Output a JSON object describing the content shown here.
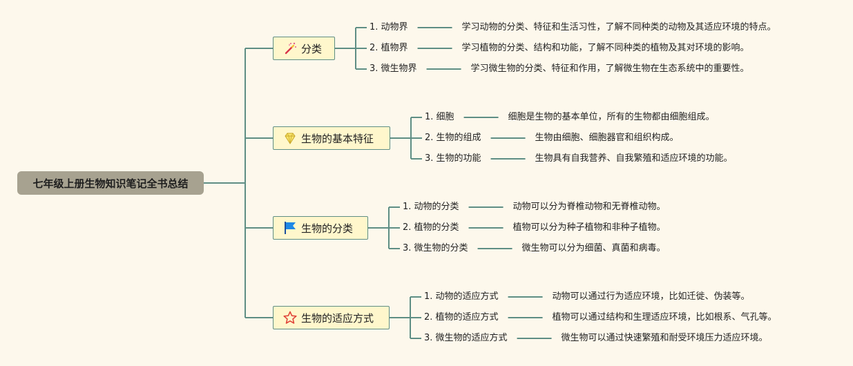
{
  "title": "七年级上册生物知识笔记全书总结",
  "colors": {
    "line": "#5e8e84",
    "root_bg": "#a7a290",
    "branch_bg": "#fff7cc",
    "background": "#fdf8ec"
  },
  "branches": [
    {
      "label": "分类",
      "icon": "magic-wand-icon",
      "items": [
        {
          "label": "1. 动物界",
          "desc": "学习动物的分类、特征和生活习性，了解不同种类的动物及其适应环境的特点。"
        },
        {
          "label": "2. 植物界",
          "desc": "学习植物的分类、结构和功能，了解不同种类的植物及其对环境的影响。"
        },
        {
          "label": "3. 微生物界",
          "desc": "学习微生物的分类、特征和作用，了解微生物在生态系统中的重要性。"
        }
      ]
    },
    {
      "label": "生物的基本特征",
      "icon": "diamond-icon",
      "items": [
        {
          "label": "1. 细胞",
          "desc": "细胞是生物的基本单位，所有的生物都由细胞组成。"
        },
        {
          "label": "2. 生物的组成",
          "desc": "生物由细胞、细胞器官和组织构成。"
        },
        {
          "label": "3. 生物的功能",
          "desc": "生物具有自我营养、自我繁殖和适应环境的功能。"
        }
      ]
    },
    {
      "label": "生物的分类",
      "icon": "flag-icon",
      "items": [
        {
          "label": "1. 动物的分类",
          "desc": "动物可以分为脊椎动物和无脊椎动物。"
        },
        {
          "label": "2. 植物的分类",
          "desc": "植物可以分为种子植物和非种子植物。"
        },
        {
          "label": "3. 微生物的分类",
          "desc": "微生物可以分为细菌、真菌和病毒。"
        }
      ]
    },
    {
      "label": "生物的适应方式",
      "icon": "star-icon",
      "items": [
        {
          "label": "1. 动物的适应方式",
          "desc": "动物可以通过行为适应环境，比如迁徙、伪装等。"
        },
        {
          "label": "2. 植物的适应方式",
          "desc": "植物可以通过结构和生理适应环境，比如根系、气孔等。"
        },
        {
          "label": "3. 微生物的适应方式",
          "desc": "微生物可以通过快速繁殖和耐受环境压力适应环境。"
        }
      ]
    }
  ]
}
